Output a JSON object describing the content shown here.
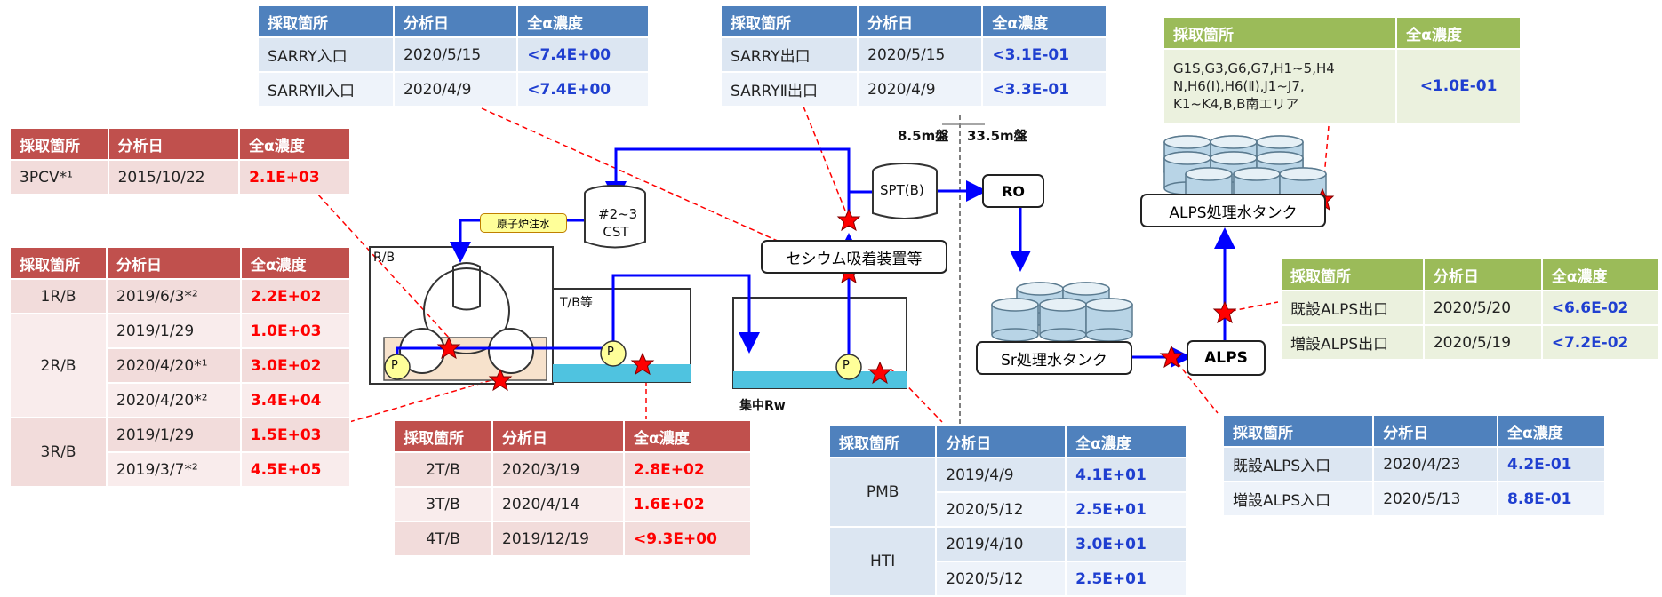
{
  "headers": {
    "location": "採取箇所",
    "date": "分析日",
    "alpha": "全α濃度"
  },
  "tables": {
    "sarry_in": {
      "rows": [
        {
          "loc": "SARRY入口",
          "date": "2020/5/15",
          "val": "<7.4E+00"
        },
        {
          "loc": "SARRYⅡ入口",
          "date": "2020/4/9",
          "val": "<7.4E+00"
        }
      ]
    },
    "sarry_out": {
      "rows": [
        {
          "loc": "SARRY出口",
          "date": "2020/5/15",
          "val": "<3.1E-01"
        },
        {
          "loc": "SARRYⅡ出口",
          "date": "2020/4/9",
          "val": "<3.3E-01"
        }
      ]
    },
    "tank_area": {
      "loc": "G1S,G3,G6,G7,H1~5,H4N,H6(Ⅰ),H6(Ⅱ),J1~J7,K1~K4,B,B南エリア",
      "loc_lines": [
        "G1S,G3,G6,G7,H1~5,H4",
        "N,H6(Ⅰ),H6(Ⅱ),J1~J7,",
        "K1~K4,B,B南エリア"
      ],
      "val": "<1.0E-01"
    },
    "pcv": {
      "rows": [
        {
          "loc": "3PCV*¹",
          "date": "2015/10/22",
          "val": "2.1E+03"
        }
      ]
    },
    "rb": {
      "groups": [
        {
          "loc": "1R/B",
          "rows": [
            {
              "date": "2019/6/3*²",
              "val": "2.2E+02"
            }
          ]
        },
        {
          "loc": "2R/B",
          "rows": [
            {
              "date": "2019/1/29",
              "val": "1.0E+03"
            },
            {
              "date": "2020/4/20*¹",
              "val": "3.0E+02"
            },
            {
              "date": "2020/4/20*²",
              "val": "3.4E+04"
            }
          ]
        },
        {
          "loc": "3R/B",
          "rows": [
            {
              "date": "2019/1/29",
              "val": "1.5E+03"
            },
            {
              "date": "2019/3/7*²",
              "val": "4.5E+05"
            }
          ]
        }
      ]
    },
    "tb": {
      "rows": [
        {
          "loc": "2T/B",
          "date": "2020/3/19",
          "val": "2.8E+02"
        },
        {
          "loc": "3T/B",
          "date": "2020/4/14",
          "val": "1.6E+02"
        },
        {
          "loc": "4T/B",
          "date": "2019/12/19",
          "val": "<9.3E+00"
        }
      ]
    },
    "central": {
      "groups": [
        {
          "loc": "PMB",
          "rows": [
            {
              "date": "2019/4/9",
              "val": "4.1E+01"
            },
            {
              "date": "2020/5/12",
              "val": "2.5E+01"
            }
          ]
        },
        {
          "loc": "HTI",
          "rows": [
            {
              "date": "2019/4/10",
              "val": "3.0E+01"
            },
            {
              "date": "2020/5/12",
              "val": "2.5E+01"
            }
          ]
        }
      ]
    },
    "alps_out": {
      "rows": [
        {
          "loc": "既設ALPS出口",
          "date": "2020/5/20",
          "val": "<6.6E-02"
        },
        {
          "loc": "増設ALPS出口",
          "date": "2020/5/19",
          "val": "<7.2E-02"
        }
      ]
    },
    "alps_in": {
      "rows": [
        {
          "loc": "既設ALPS入口",
          "date": "2020/4/23",
          "val": "4.2E-01"
        },
        {
          "loc": "増設ALPS入口",
          "date": "2020/5/13",
          "val": "8.8E-01"
        }
      ]
    }
  },
  "diagram": {
    "distance_left": "8.5m盤",
    "distance_right": "33.5m盤",
    "cst_line1": "#2~3",
    "cst_line2": "CST",
    "reactor_injection": "原子炉注水",
    "spt": "SPT(B)",
    "ro": "RO",
    "cesium": "セシウム吸着装置等",
    "rb_label": "R/B",
    "tb_label": "T/B等",
    "central_rw": "集中Rw",
    "sr_tank": "Sr処理水タンク",
    "alps": "ALPS",
    "alps_tank": "ALPS処理水タンク",
    "pump": "P"
  },
  "colors": {
    "pipe": "#0000ff",
    "red_header": "#c0504d",
    "blue_header": "#4f81bd",
    "green_header": "#9bbb59",
    "star": "#ff0000",
    "water": "#4fc3e0"
  }
}
